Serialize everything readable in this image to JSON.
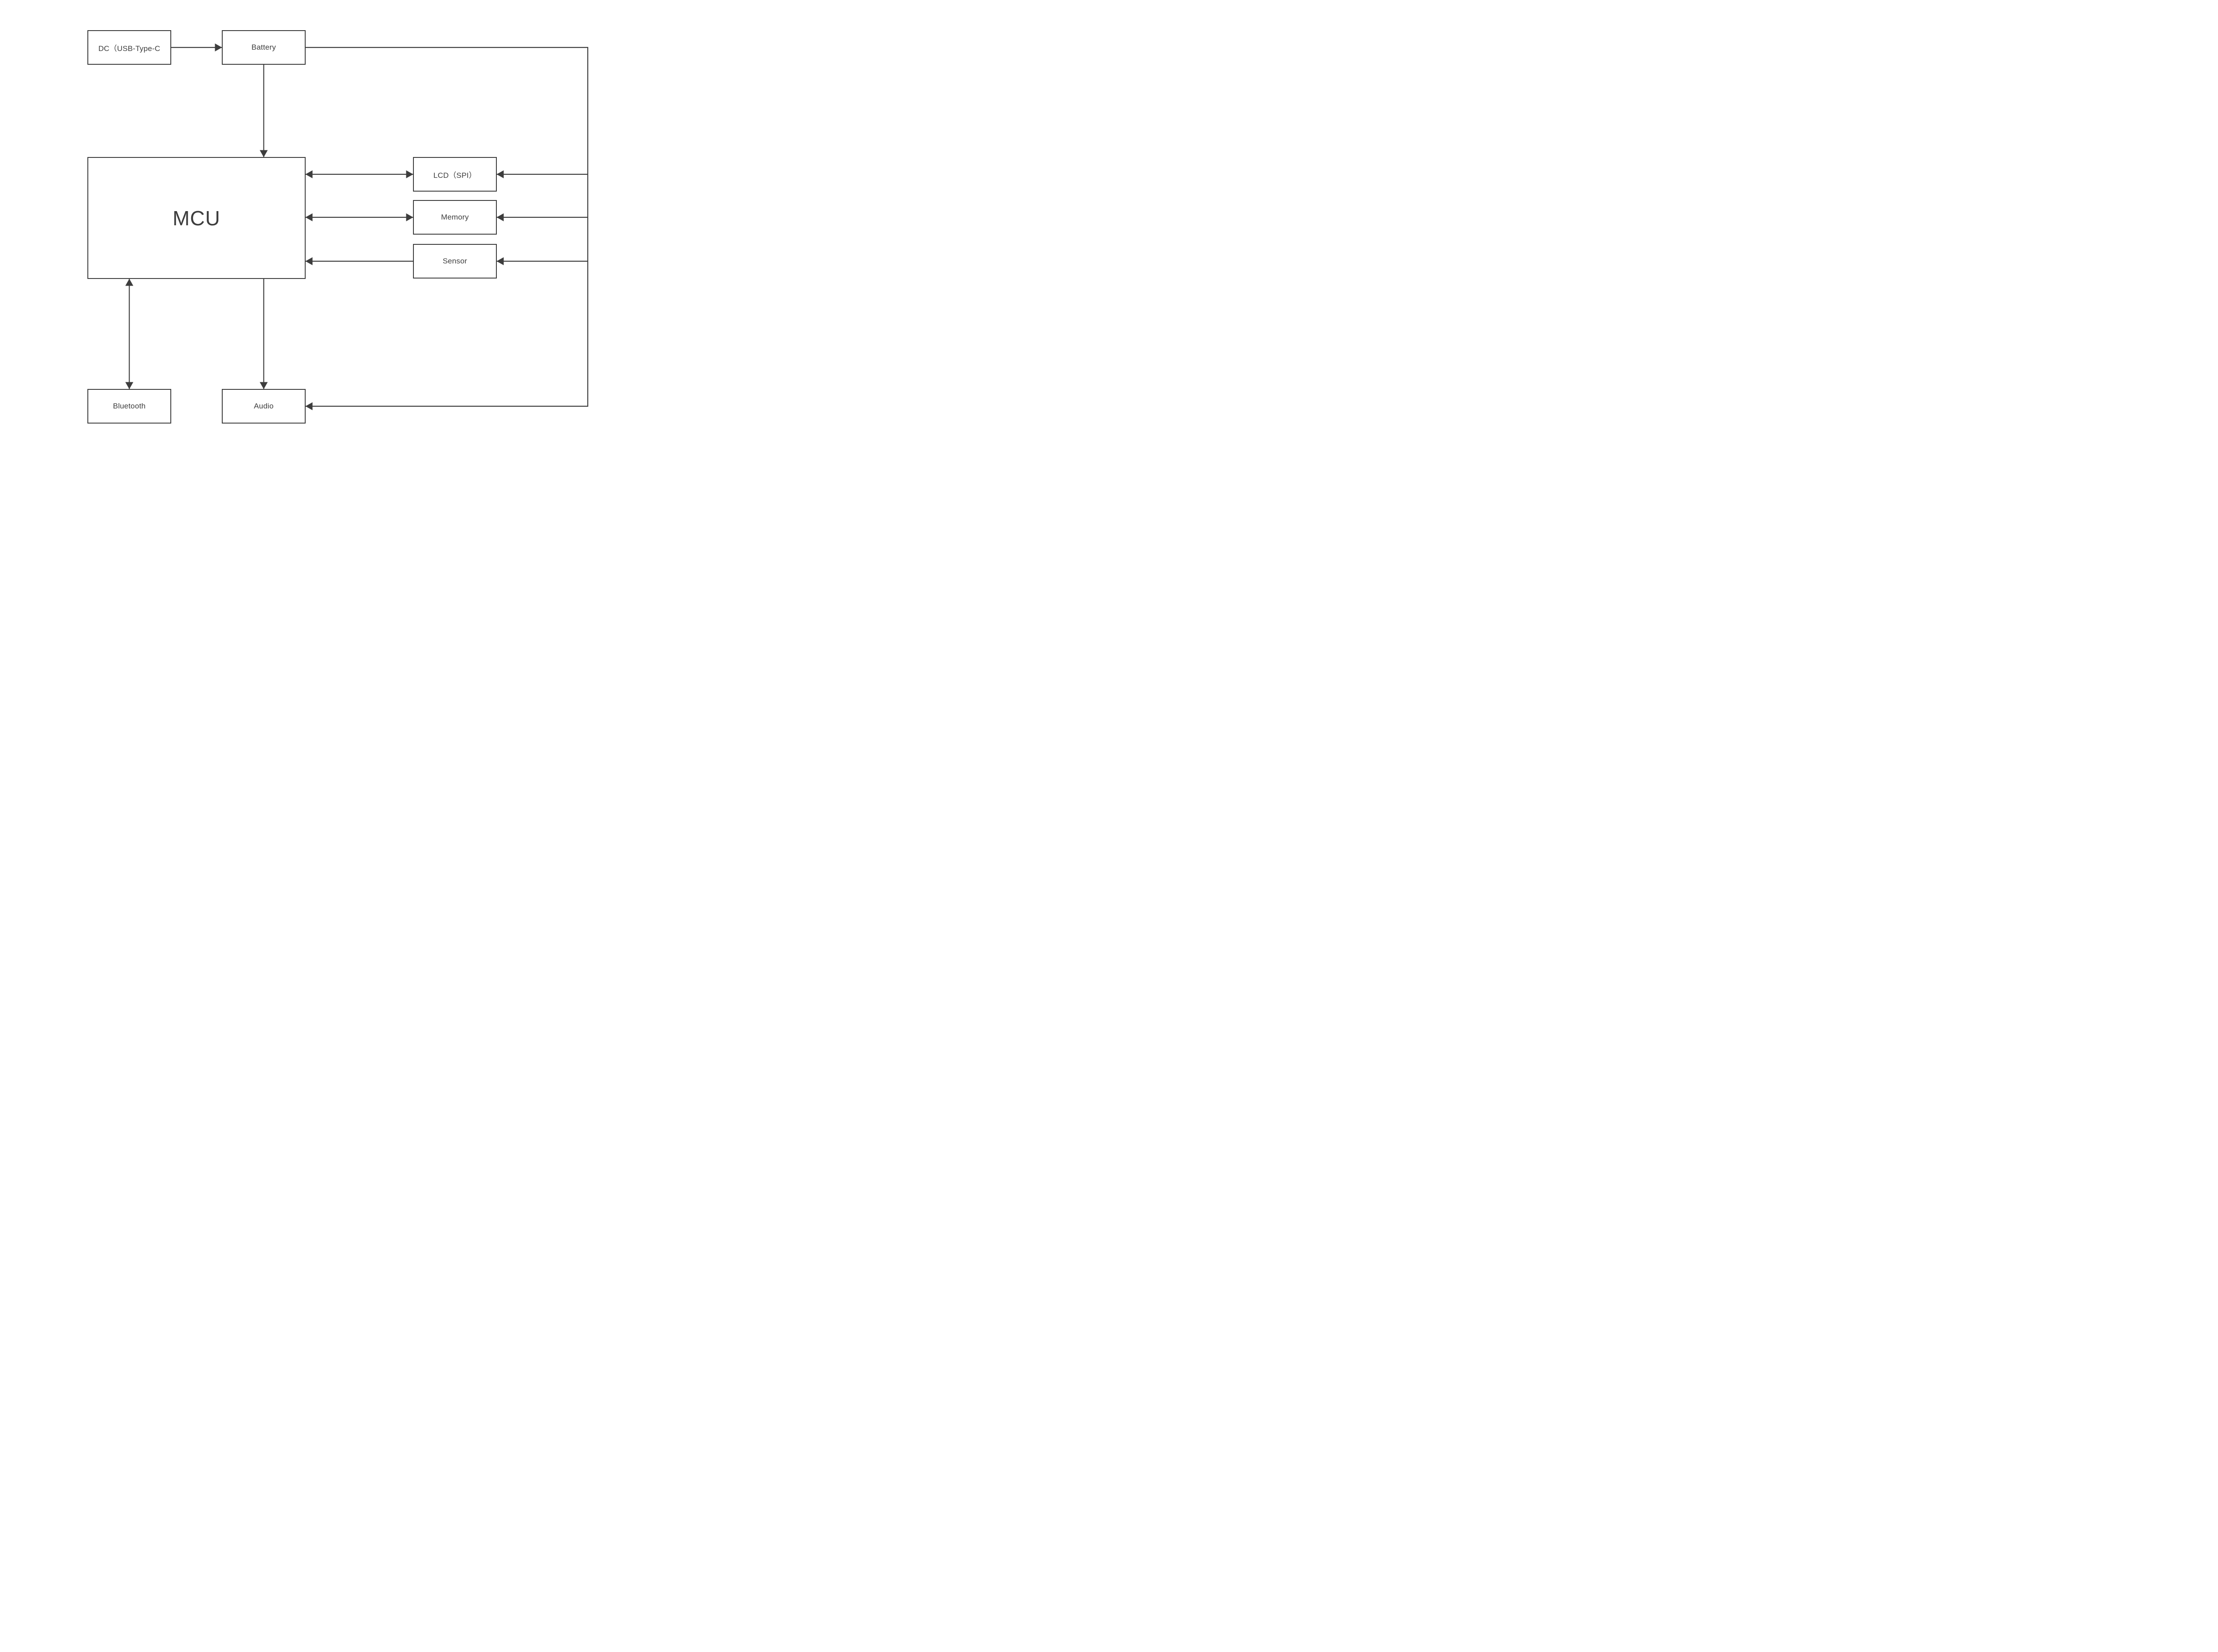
{
  "diagram": {
    "colors": {
      "background": "#ffffff",
      "stroke": "#3d3d3d",
      "text": "#3d3d3d"
    },
    "nodes": {
      "dc": {
        "label": "DC（USB-Type-C"
      },
      "battery": {
        "label": "Battery"
      },
      "mcu": {
        "label": "MCU"
      },
      "lcd": {
        "label": "LCD（SPI）"
      },
      "memory": {
        "label": "Memory"
      },
      "sensor": {
        "label": "Sensor"
      },
      "bluetooth": {
        "label": "Bluetooth"
      },
      "audio": {
        "label": "Audio"
      }
    },
    "edges": [
      {
        "from": "dc",
        "to": "battery",
        "direction": "one-way"
      },
      {
        "from": "battery",
        "to": "mcu",
        "direction": "one-way"
      },
      {
        "from": "battery",
        "to": "lcd",
        "direction": "one-way",
        "via": "right-rail"
      },
      {
        "from": "battery",
        "to": "memory",
        "direction": "one-way",
        "via": "right-rail"
      },
      {
        "from": "battery",
        "to": "sensor",
        "direction": "one-way",
        "via": "right-rail"
      },
      {
        "from": "battery",
        "to": "audio",
        "direction": "one-way",
        "via": "right-rail"
      },
      {
        "from": "mcu",
        "to": "lcd",
        "direction": "two-way"
      },
      {
        "from": "mcu",
        "to": "memory",
        "direction": "two-way"
      },
      {
        "from": "sensor",
        "to": "mcu",
        "direction": "one-way"
      },
      {
        "from": "mcu",
        "to": "bluetooth",
        "direction": "two-way"
      },
      {
        "from": "mcu",
        "to": "audio",
        "direction": "one-way"
      }
    ]
  }
}
